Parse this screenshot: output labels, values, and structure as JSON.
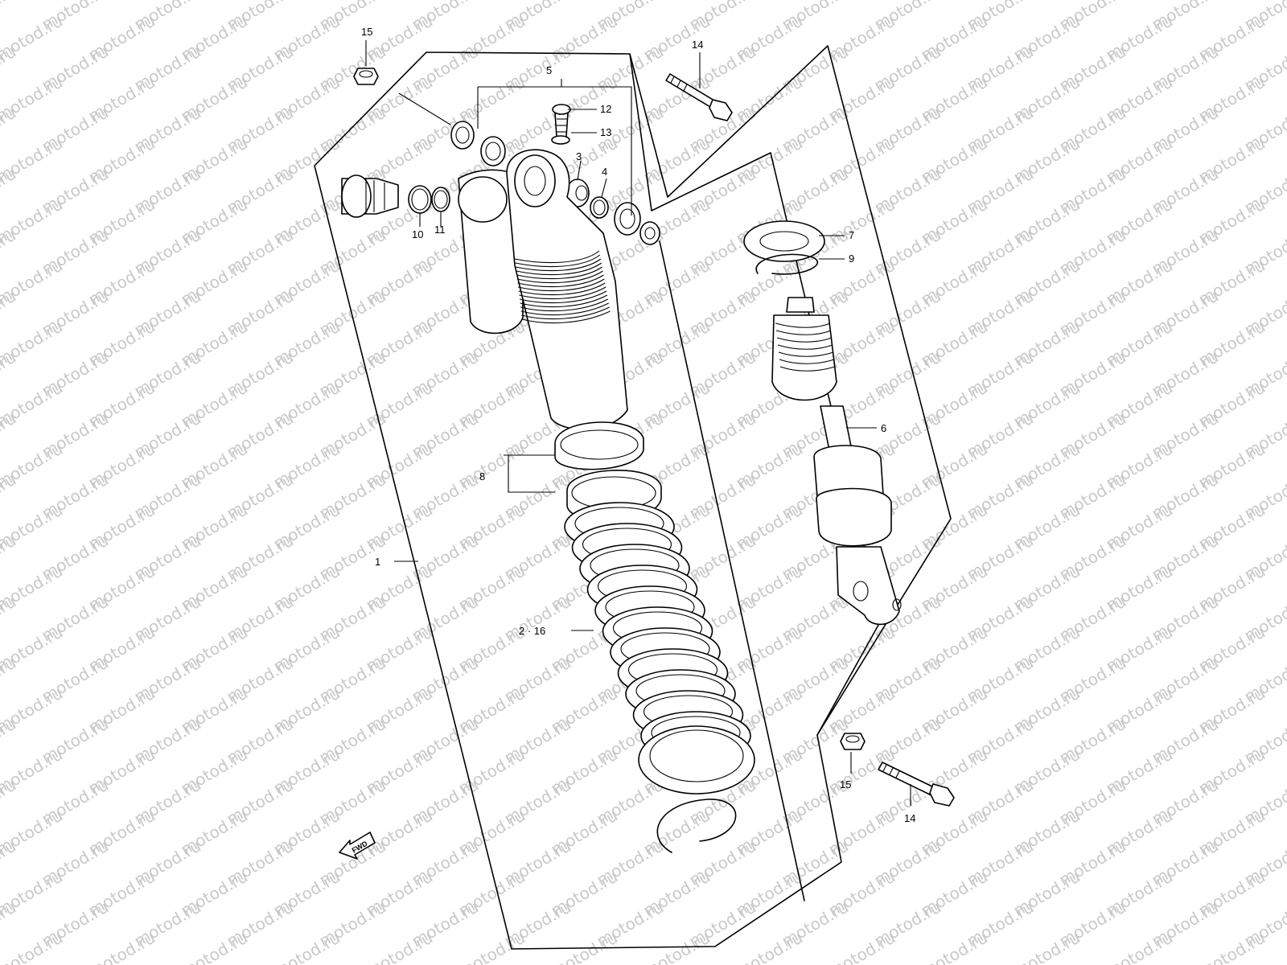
{
  "watermark": {
    "text": "motod.ru"
  },
  "fwd_label": "FWD",
  "callouts": {
    "c1": "1",
    "c2_16": "2 · 16",
    "c3": "3",
    "c4": "4",
    "c5": "5",
    "c6": "6",
    "c7": "7",
    "c8": "8",
    "c9": "9",
    "c10": "10",
    "c11": "11",
    "c12": "12",
    "c13": "13",
    "c14_top": "14",
    "c14_bottom": "14",
    "c15_top": "15",
    "c15_bottom": "15"
  }
}
